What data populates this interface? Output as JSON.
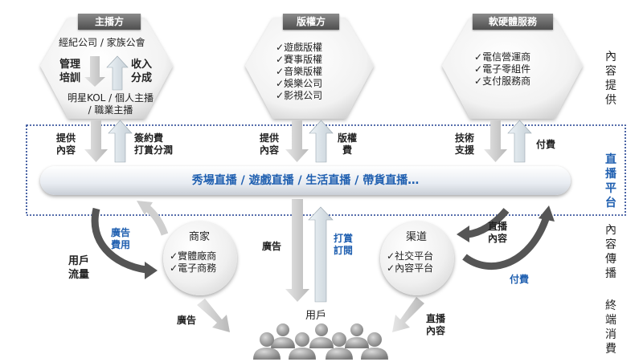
{
  "colors": {
    "blue": "#1f5fb0",
    "grey_arrow": "#c8c8c8",
    "platform_border": "#1f3f8f"
  },
  "hex_left": {
    "label": "主播方",
    "top_text": "經紀公司 / 家族公會",
    "left_text": "管理\n培訓",
    "right_text": "收入\n分成",
    "bottom_text": "明星KOL / 個人主播\n/ 職業主播"
  },
  "hex_center": {
    "label": "版權方",
    "items": [
      "遊戲版權",
      "賽事版權",
      "音樂版權",
      "娛樂公司",
      "影視公司"
    ]
  },
  "hex_right": {
    "label": "軟硬體服務",
    "items": [
      "電信營運商",
      "電子零組件",
      "支付服務商"
    ]
  },
  "flows_top": {
    "left_down": "提供\n內容",
    "left_up": "簽約費\n打賞分潤",
    "center_down": "提供\n內容",
    "center_up": "版權\n費",
    "right_down": "技術\n支援",
    "right_up": "付費"
  },
  "platform": {
    "bar_text": "秀場直播 / 遊戲直播 / 生活直播 / 帶貨直播…"
  },
  "merchant": {
    "title": "商家",
    "items": [
      "實體廠商",
      "電子商務"
    ]
  },
  "channel": {
    "title": "渠道",
    "items": [
      "社交平台",
      "內容平台"
    ]
  },
  "flows_bottom": {
    "ad_fee": "廣告\n費用",
    "user_traffic": "用戶\n流量",
    "ad_center": "廣告",
    "tip_subscribe": "打賞\n訂閱",
    "live_content_right": "直播\n內容",
    "pay_bottom": "付費",
    "ad_bottom": "廣告",
    "live_content_bottom": "直播\n內容"
  },
  "users": {
    "label": "用戶"
  },
  "side_labels": {
    "content_provide": "內容提供",
    "live_platform": "直播平台",
    "content_spread": "內容傳播",
    "terminal_consume": "終端消費"
  }
}
